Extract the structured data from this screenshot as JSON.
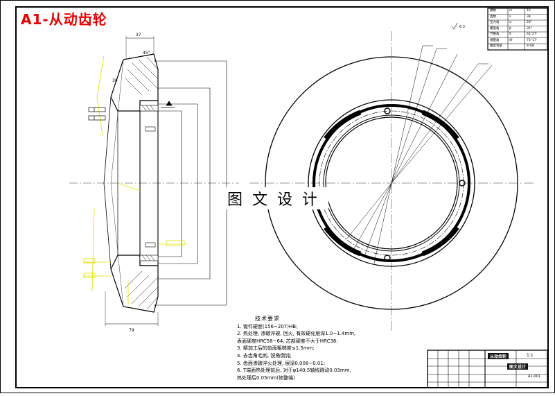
{
  "title": "A1-从动齿轮",
  "watermark": "图文设计",
  "section_dims": {
    "width_top": "37",
    "width_bottom": "79",
    "angle_top": "45°",
    "side_dim": "30"
  },
  "technical_requirements": {
    "heading": "技术要求",
    "items": [
      "1. 锻件硬度(156~207)HB;",
      "2. 热处理, 渗碳淬硬, 回火, 有效硬化层深1.0~1.4mm,",
      "   表面硬度HRC58~64, 芯部硬度不大于HRC38;",
      "3. 精加工后的齿面粗糙度≤1.5mm;",
      "4. 去齿角毛刺, 锐角倒钝;",
      "5. 齿面渗碳淬火处理, 层深0.008~0.01;",
      "6. T端面热处理前后, 对于φ140.5轴线跳动0.03mm,",
      "   热处理后0.05mm(修整端)"
    ]
  },
  "params_table": [
    {
      "name": "模数",
      "sym": "m",
      "val": "10"
    },
    {
      "name": "齿数",
      "sym": "z",
      "val": "38"
    },
    {
      "name": "压力角",
      "sym": "α",
      "val": "20°"
    },
    {
      "name": "螺旋角",
      "sym": "β",
      "val": "35°"
    },
    {
      "name": "节锥角",
      "sym": "δ",
      "val": "61°27'"
    },
    {
      "name": "根锥角",
      "sym": "δf",
      "val": "73°17'"
    },
    {
      "name": "精度等级",
      "sym": "",
      "val": "8-GB"
    }
  ],
  "title_block": {
    "part_name": "从动齿轮",
    "scale": "1:1",
    "company": "图文设计",
    "drawing_no": "A1-001"
  },
  "colors": {
    "outline": "#000000",
    "annotation": "#e0e000",
    "title": "#e00000"
  },
  "icons": {
    "roughness": "roughness-symbol-icon",
    "runout": "runout-frame-icon"
  }
}
